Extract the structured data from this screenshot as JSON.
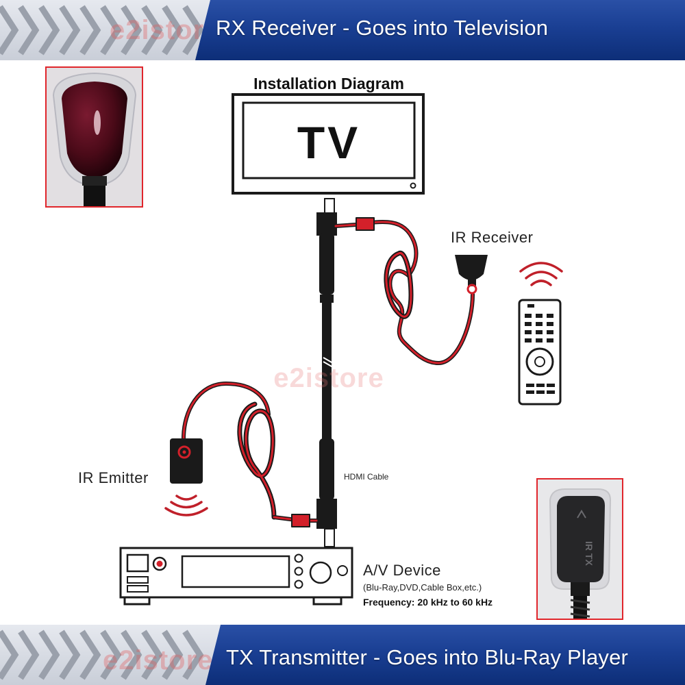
{
  "banners": {
    "top_title": "RX Receiver - Goes into Television",
    "bottom_title": "TX Transmitter - Goes into Blu-Ray Player",
    "watermark": "e2istore"
  },
  "diagram": {
    "title": "Installation Diagram",
    "tv_label": "TV",
    "ir_receiver_label": "IR Receiver",
    "ir_emitter_label": "IR Emitter",
    "hdmi_cable_label": "HDMI Cable",
    "av_device_label": "A/V Device",
    "av_device_examples": "(Blu-Ray,DVD,Cable Box,etc.)",
    "frequency": "Frequency: 20 kHz to 60 kHz",
    "watermark": "e2istore"
  },
  "photos": {
    "transmitter_marking": "IR TX"
  },
  "colors": {
    "banner_blue": "#1a3f93",
    "photo_border": "#e0252b",
    "cable_red": "#d3202a",
    "receiver_body": "#4a0a18"
  }
}
